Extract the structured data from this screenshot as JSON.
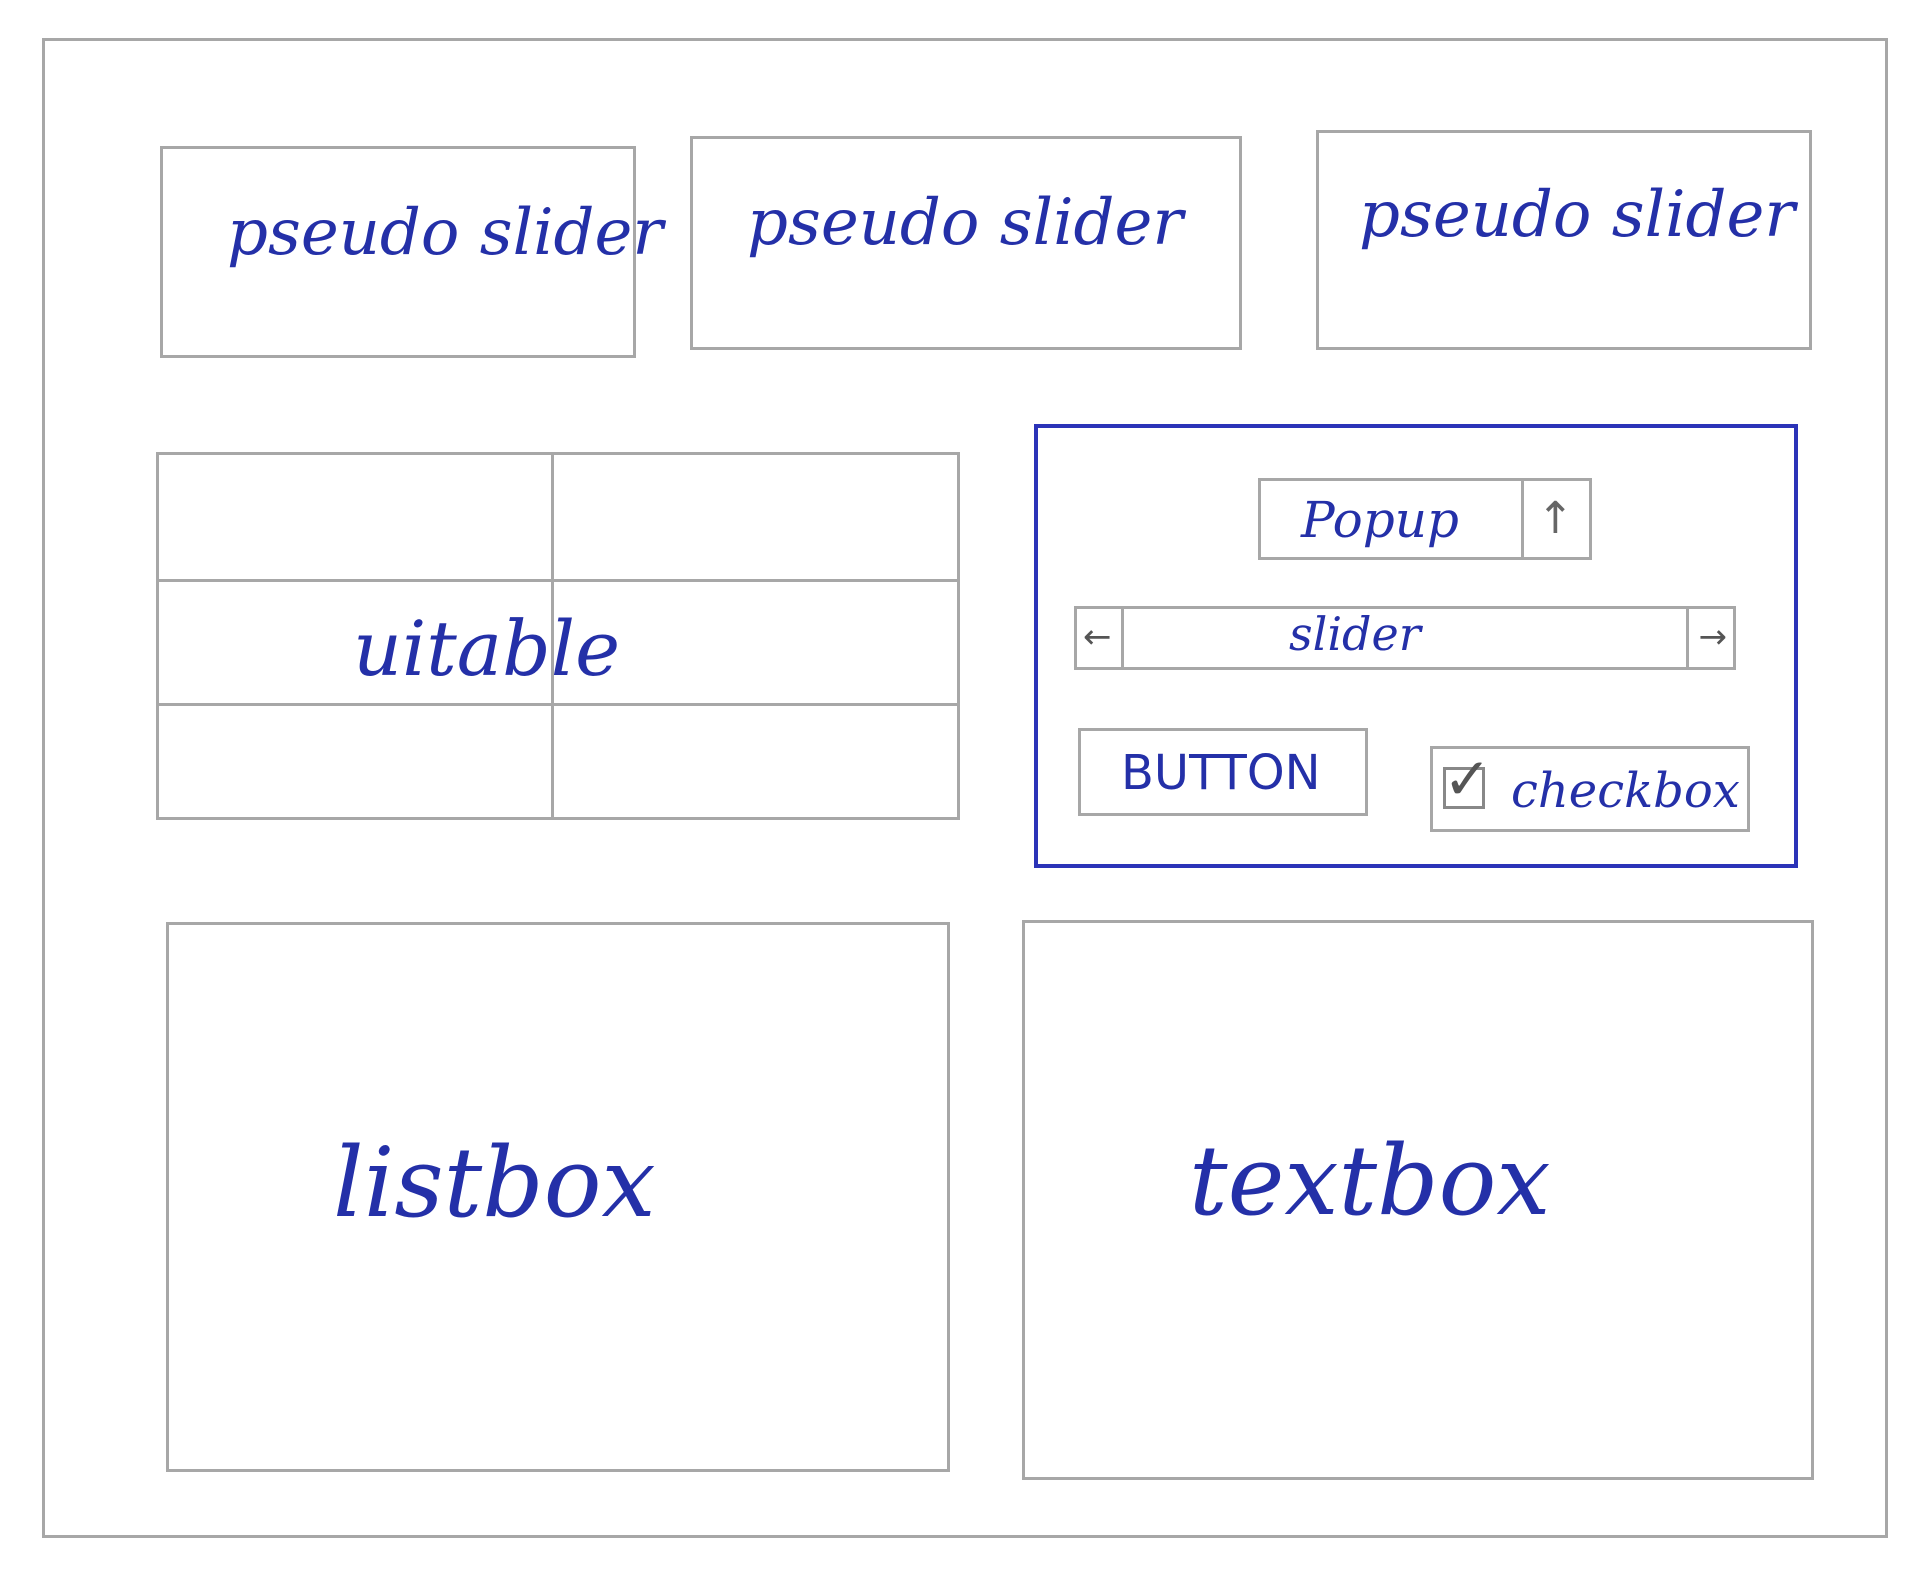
{
  "pseudo_sliders": [
    {
      "label": "pseudo slider"
    },
    {
      "label": "pseudo slider"
    },
    {
      "label": "pseudo slider"
    }
  ],
  "uitable": {
    "label": "uitable"
  },
  "panel": {
    "popup": {
      "label": "Popup",
      "arrow": "↑"
    },
    "slider": {
      "label": "slider",
      "left_arrow": "←",
      "right_arrow": "→"
    },
    "button": {
      "label": "BUTTON"
    },
    "checkbox": {
      "label": "checkbox",
      "checked": true,
      "mark": "✓"
    }
  },
  "listbox": {
    "label": "listbox"
  },
  "textbox": {
    "label": "textbox"
  },
  "colors": {
    "pencil": "#a7a7a7",
    "ink": "#2430a8"
  }
}
